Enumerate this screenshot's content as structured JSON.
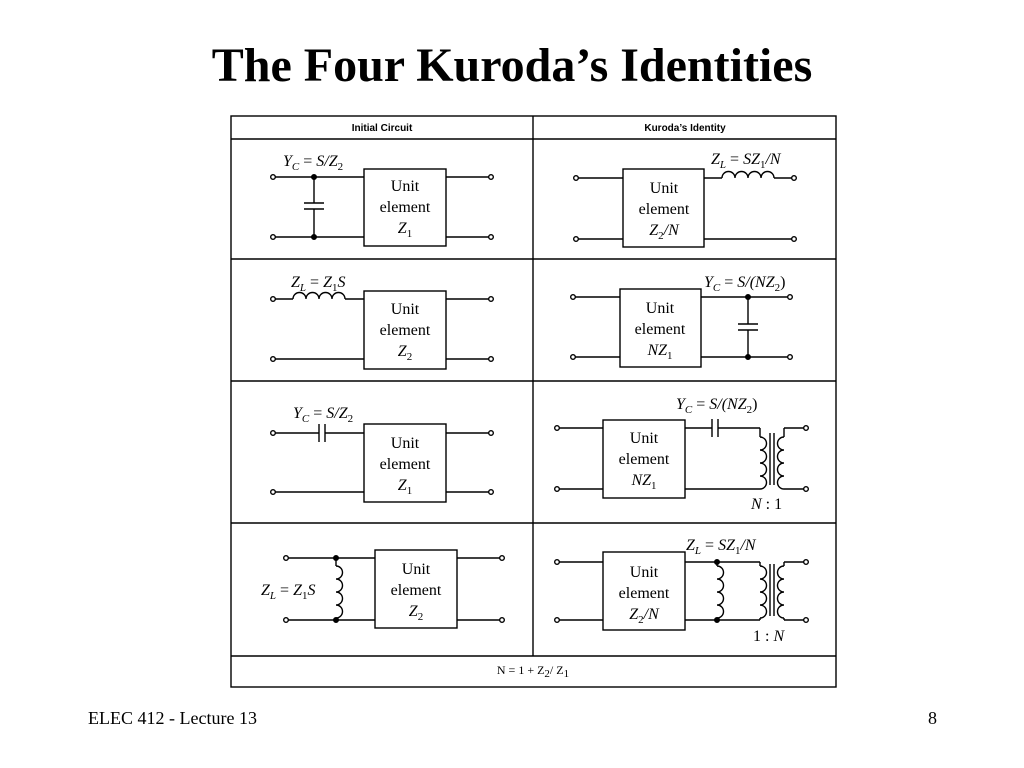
{
  "slide": {
    "title": "The Four Kuroda’s Identities",
    "footer_left": "ELEC 412 - Lecture 13",
    "page_number": "8"
  },
  "table": {
    "col_initial": "Initial Circuit",
    "col_identity": "Kuroda’s Identity",
    "unit_line1": "Unit",
    "unit_line2": "element",
    "footnote": "N = 1 + Z2/Z1",
    "rows": [
      {
        "initial": {
          "label": "YC = S/Z2",
          "box_value": "Z1"
        },
        "identity": {
          "label": "ZL = SZ1/N",
          "box_value": "Z2/N"
        }
      },
      {
        "initial": {
          "label": "ZL = Z1S",
          "box_value": "Z2"
        },
        "identity": {
          "label": "YC = S/(NZ2)",
          "box_value": "NZ1"
        }
      },
      {
        "initial": {
          "label": "YC = S/Z2",
          "box_value": "Z1"
        },
        "identity": {
          "label": "YC = S/(NZ2)",
          "box_value": "NZ1",
          "ratio": "N : 1"
        }
      },
      {
        "initial": {
          "label": "ZL = Z1S",
          "box_value": "Z2"
        },
        "identity": {
          "label": "ZL = SZ1/N",
          "box_value": "Z2/N",
          "ratio": "1 : N"
        }
      }
    ]
  }
}
